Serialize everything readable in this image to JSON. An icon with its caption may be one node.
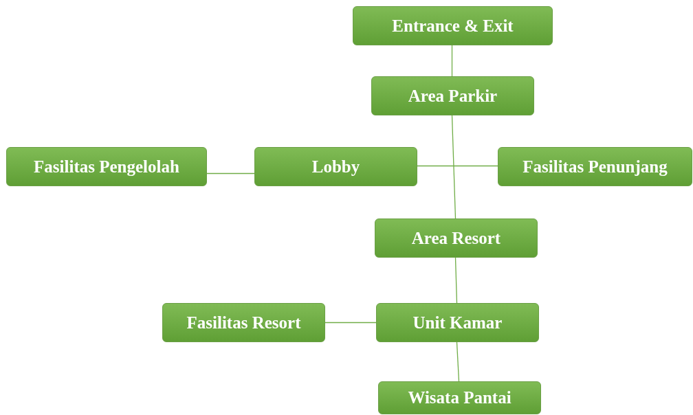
{
  "diagram": {
    "nodes": [
      {
        "text": [
          "Entrance & Exit"
        ]
      },
      {
        "text": [
          "Area Parkir"
        ]
      },
      {
        "text": [
          "Fasilitas Pengelolah"
        ]
      },
      {
        "text": [
          "Lobby"
        ]
      },
      {
        "text": [
          "Fasilitas Penunjang"
        ]
      },
      {
        "text": [
          "Area Resort"
        ]
      },
      {
        "text": [
          "Fasilitas Resort"
        ]
      },
      {
        "text": [
          "Unit Kamar"
        ]
      },
      {
        "text": [
          "Wisata Pantai"
        ]
      }
    ],
    "edges": [
      {
        "from": 0,
        "to": 1,
        "arrow": "none"
      },
      {
        "from": 1,
        "to": 5,
        "arrow": "none"
      },
      {
        "from": 2,
        "to": 3,
        "arrow": "none"
      },
      {
        "from": 3,
        "to": 4,
        "arrow": "none"
      },
      {
        "from": 5,
        "to": 7,
        "arrow": "none"
      },
      {
        "from": 6,
        "to": 7,
        "arrow": "none"
      },
      {
        "from": 7,
        "to": 8,
        "arrow": "none"
      }
    ]
  }
}
